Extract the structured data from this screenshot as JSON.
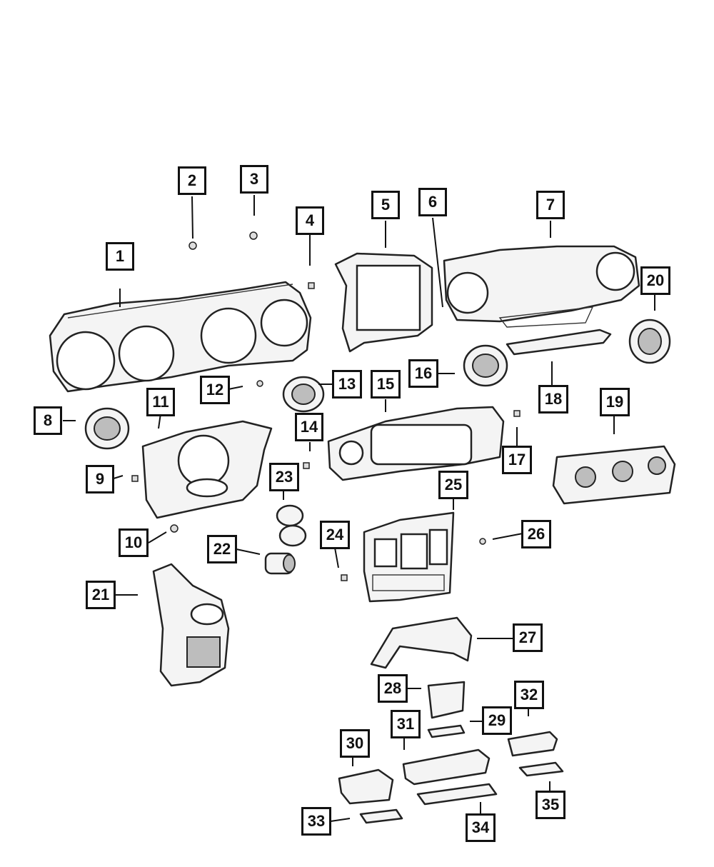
{
  "diagram": {
    "callouts": [
      {
        "id": "c1",
        "label": "1"
      },
      {
        "id": "c2",
        "label": "2"
      },
      {
        "id": "c3",
        "label": "3"
      },
      {
        "id": "c4",
        "label": "4"
      },
      {
        "id": "c5",
        "label": "5"
      },
      {
        "id": "c6",
        "label": "6"
      },
      {
        "id": "c7",
        "label": "7"
      },
      {
        "id": "c8",
        "label": "8"
      },
      {
        "id": "c9",
        "label": "9"
      },
      {
        "id": "c10",
        "label": "10"
      },
      {
        "id": "c11",
        "label": "11"
      },
      {
        "id": "c12",
        "label": "12"
      },
      {
        "id": "c13",
        "label": "13"
      },
      {
        "id": "c14",
        "label": "14"
      },
      {
        "id": "c15",
        "label": "15"
      },
      {
        "id": "c16",
        "label": "16"
      },
      {
        "id": "c17",
        "label": "17"
      },
      {
        "id": "c18",
        "label": "18"
      },
      {
        "id": "c19",
        "label": "19"
      },
      {
        "id": "c20",
        "label": "20"
      },
      {
        "id": "c21",
        "label": "21"
      },
      {
        "id": "c22",
        "label": "22"
      },
      {
        "id": "c23",
        "label": "23"
      },
      {
        "id": "c24",
        "label": "24"
      },
      {
        "id": "c25",
        "label": "25"
      },
      {
        "id": "c26",
        "label": "26"
      },
      {
        "id": "c27",
        "label": "27"
      },
      {
        "id": "c28",
        "label": "28"
      },
      {
        "id": "c29",
        "label": "29"
      },
      {
        "id": "c30",
        "label": "30"
      },
      {
        "id": "c31",
        "label": "31"
      },
      {
        "id": "c32",
        "label": "32"
      },
      {
        "id": "c33",
        "label": "33"
      },
      {
        "id": "c34",
        "label": "34"
      },
      {
        "id": "c35",
        "label": "35"
      }
    ]
  }
}
